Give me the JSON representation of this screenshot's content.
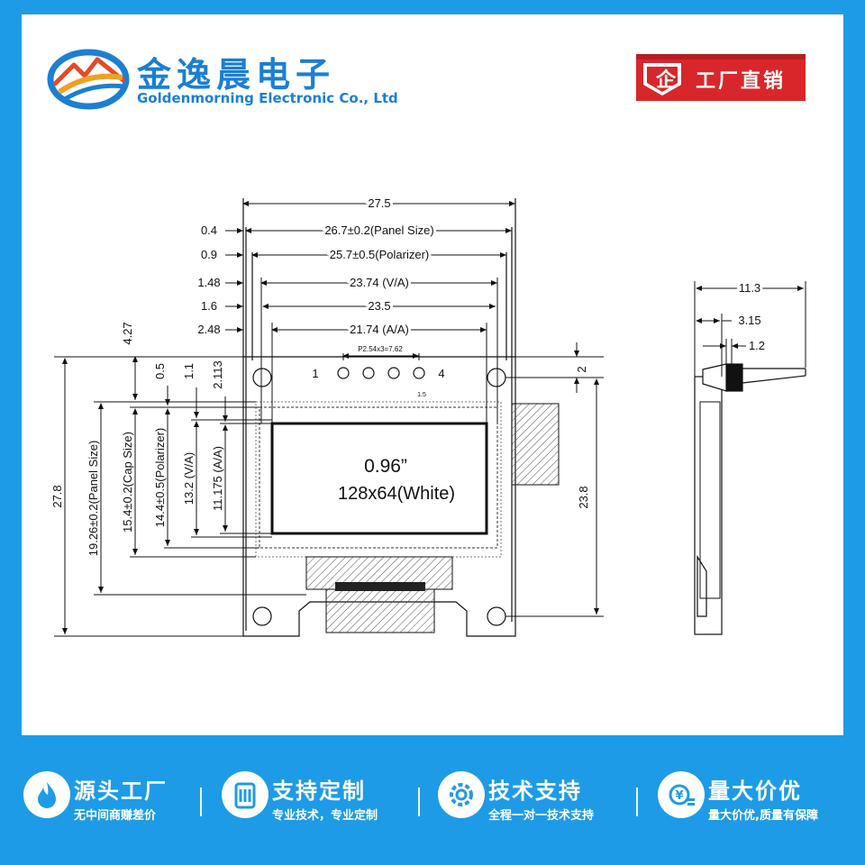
{
  "brand": {
    "name_cn": "金逸晨电子",
    "name_en": "Goldenmorning Electronic Co., Ltd",
    "brand_color": "#1b7fd4",
    "logo_icon": "mountain-swoosh-logo"
  },
  "badge": {
    "icon_text": "企",
    "label": "工厂直销",
    "color": "#d9262b"
  },
  "drawing": {
    "front_top_dims": {
      "overall": "27.5",
      "panel": "26.7±0.2(Panel Size)",
      "panel_offset": "0.4",
      "polarizer": "25.7±0.5(Polarizer)",
      "polarizer_offset": "0.9",
      "va": "23.74 (V/A)",
      "va_offset": "1.48",
      "pitch_span": "23.5",
      "pitch_offset": "1.6",
      "aa": "21.74 (A/A)",
      "aa_offset": "2.48",
      "pin_pitch": "P2.54x3=7.62"
    },
    "pins": {
      "first": "1",
      "last": "4",
      "diameter_note": "1.5"
    },
    "front_left_dims": {
      "overall": "27.8",
      "panel": "19.26±0.2(Panel Size)",
      "cap": "15.4±0.2(Cap Size)",
      "polarizer": "14.4±0.5(Polarizer)",
      "va": "13.2 (V/A)",
      "aa": "11.175 (A/A)",
      "top_gap": "4.27",
      "gap_a": "0.5",
      "gap_b": "1.1",
      "gap_c": "2.113"
    },
    "front_right_dims": {
      "hole_offset": "2",
      "overall": "23.8"
    },
    "display": {
      "size": "0.96”",
      "spec": "128x64(White)"
    },
    "side_dims": {
      "overall": "11.3",
      "body": "3.15",
      "pcb": "1.2"
    }
  },
  "features": [
    {
      "icon": "flame-icon",
      "title": "源头工厂",
      "sub": "无中间商赚差价"
    },
    {
      "icon": "settings-sliders-icon",
      "title": "支持定制",
      "sub": "专业技术，专业定制"
    },
    {
      "icon": "gear-icon",
      "title": "技术支持",
      "sub": "全程一对一技术支持"
    },
    {
      "icon": "coins-icon",
      "title": "量大价优",
      "sub": "量大价优,质量有保障"
    }
  ],
  "colors": {
    "background": "#1e9be6",
    "panel": "#ffffff"
  }
}
